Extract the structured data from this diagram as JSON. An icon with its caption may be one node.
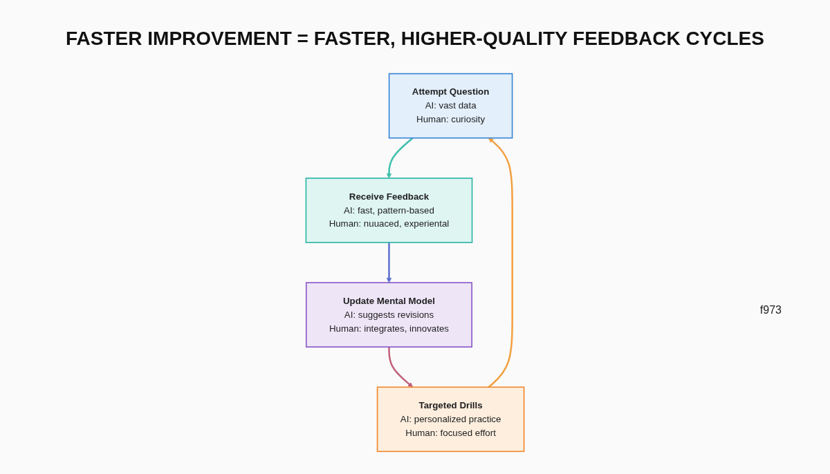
{
  "diagram": {
    "title": "FASTER IMPROVEMENT = FASTER, HIGHER-QUALITY FEEDBACK CYCLES",
    "nodes": [
      {
        "text": [
          "Attempt Question",
          "AI: vast data",
          "Human: curiosity"
        ]
      },
      {
        "text": [
          "Targeted Drills",
          "AI: personalized practice",
          "Human: focused effort"
        ]
      },
      {
        "text": [
          "Receive Feedback",
          "AI: fast, pattern-based",
          "Human: nuuaced, experiental"
        ]
      },
      {
        "text": [
          "Update Mental Model",
          "AI: suggests revisions",
          "Human: integrates, innovates"
        ]
      }
    ],
    "edges": [
      {
        "from": 0,
        "to": 2,
        "arrow": "to",
        "color": "#3fbfae"
      },
      {
        "from": 2,
        "to": 3,
        "arrow": "to",
        "color": "#5b6fd0"
      },
      {
        "from": 3,
        "to": 1,
        "arrow": "to",
        "color": "#c0607a"
      },
      {
        "from": 1,
        "to": 0,
        "arrow": "to",
        "color": "#f2a040"
      }
    ],
    "labels": [
      "f973"
    ]
  }
}
